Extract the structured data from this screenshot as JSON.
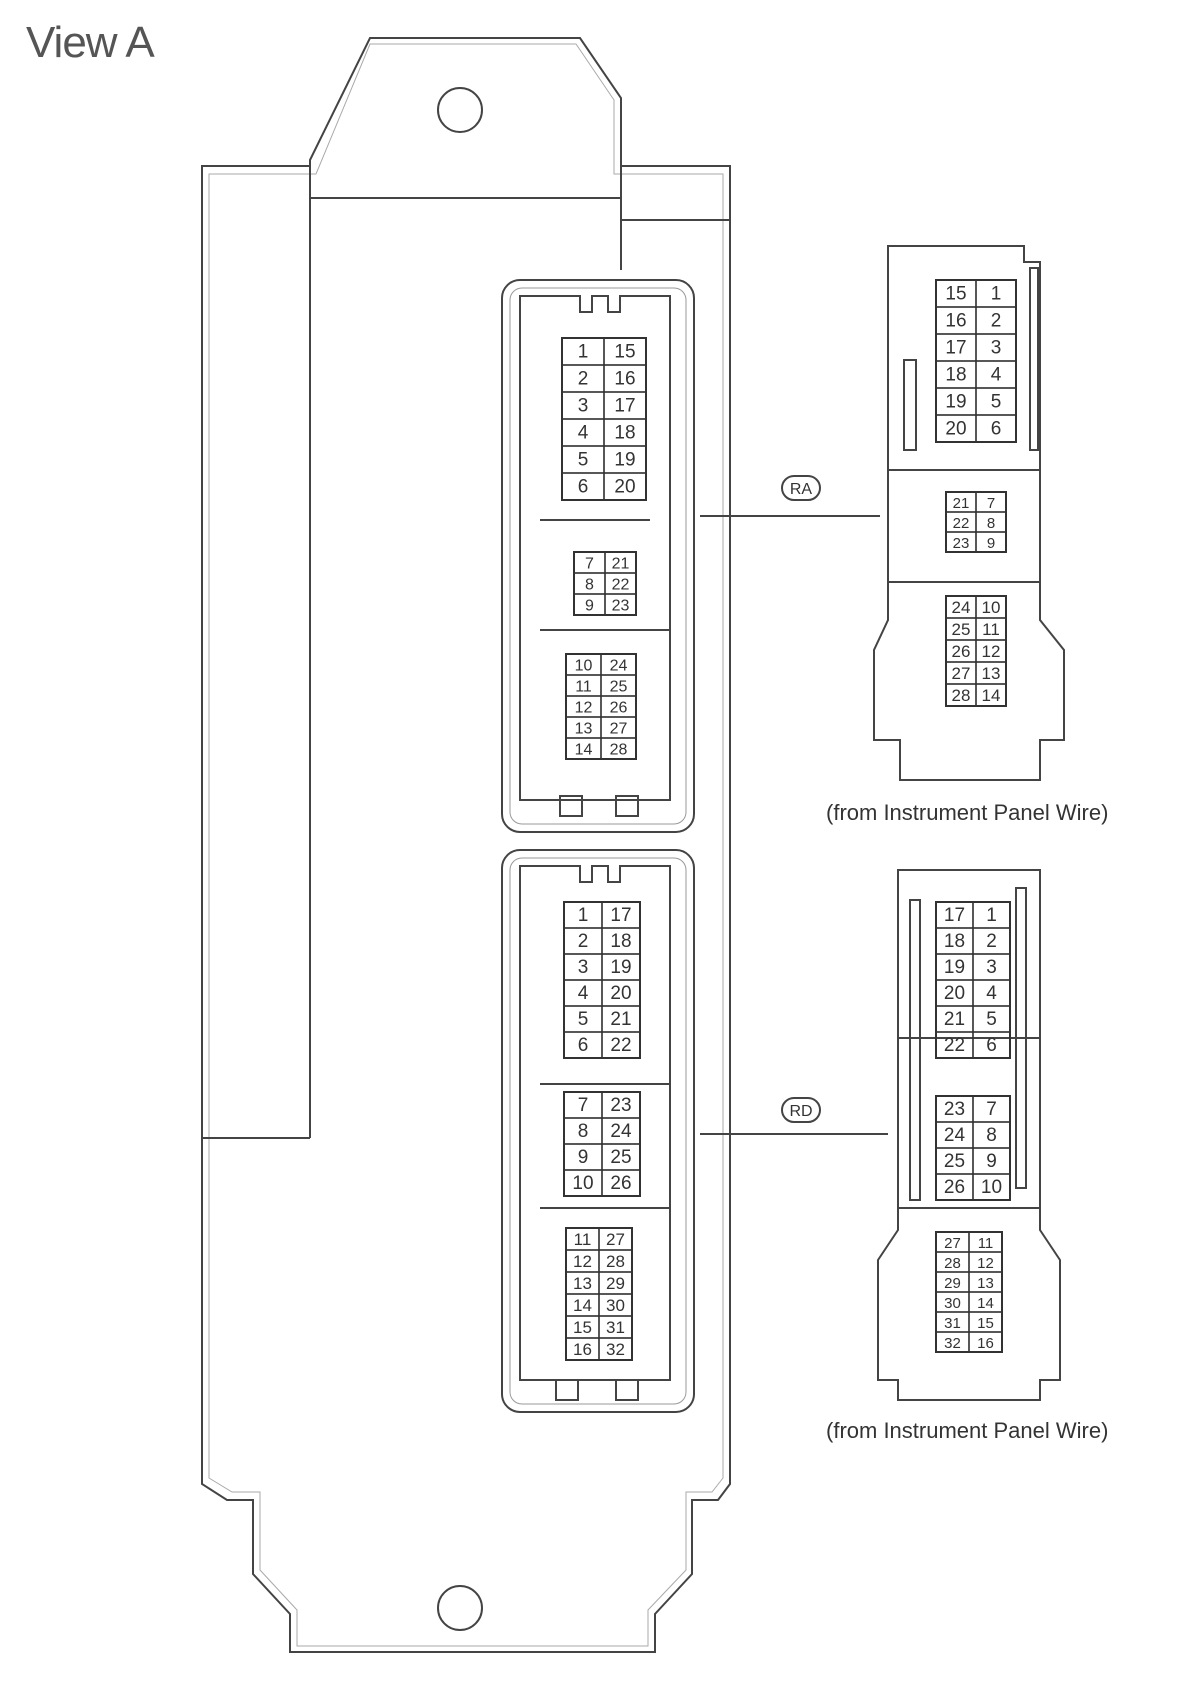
{
  "title": "View A",
  "connectors": [
    {
      "id": "RA",
      "label": "RA",
      "caption": "(from Instrument Panel Wire)",
      "ecu_side": {
        "blocks": [
          [
            [
              "1",
              "15"
            ],
            [
              "2",
              "16"
            ],
            [
              "3",
              "17"
            ],
            [
              "4",
              "18"
            ],
            [
              "5",
              "19"
            ],
            [
              "6",
              "20"
            ]
          ],
          [
            [
              "7",
              "21"
            ],
            [
              "8",
              "22"
            ],
            [
              "9",
              "23"
            ]
          ],
          [
            [
              "10",
              "24"
            ],
            [
              "11",
              "25"
            ],
            [
              "12",
              "26"
            ],
            [
              "13",
              "27"
            ],
            [
              "14",
              "28"
            ]
          ]
        ]
      },
      "harness_side": {
        "blocks": [
          [
            [
              "15",
              "1"
            ],
            [
              "16",
              "2"
            ],
            [
              "17",
              "3"
            ],
            [
              "18",
              "4"
            ],
            [
              "19",
              "5"
            ],
            [
              "20",
              "6"
            ]
          ],
          [
            [
              "21",
              "7"
            ],
            [
              "22",
              "8"
            ],
            [
              "23",
              "9"
            ]
          ],
          [
            [
              "24",
              "10"
            ],
            [
              "25",
              "11"
            ],
            [
              "26",
              "12"
            ],
            [
              "27",
              "13"
            ],
            [
              "28",
              "14"
            ]
          ]
        ]
      }
    },
    {
      "id": "RD",
      "label": "RD",
      "caption": "(from Instrument Panel Wire)",
      "ecu_side": {
        "blocks": [
          [
            [
              "1",
              "17"
            ],
            [
              "2",
              "18"
            ],
            [
              "3",
              "19"
            ],
            [
              "4",
              "20"
            ],
            [
              "5",
              "21"
            ],
            [
              "6",
              "22"
            ]
          ],
          [
            [
              "7",
              "23"
            ],
            [
              "8",
              "24"
            ],
            [
              "9",
              "25"
            ],
            [
              "10",
              "26"
            ]
          ],
          [
            [
              "11",
              "27"
            ],
            [
              "12",
              "28"
            ],
            [
              "13",
              "29"
            ],
            [
              "14",
              "30"
            ],
            [
              "15",
              "31"
            ],
            [
              "16",
              "32"
            ]
          ]
        ]
      },
      "harness_side": {
        "blocks": [
          [
            [
              "17",
              "1"
            ],
            [
              "18",
              "2"
            ],
            [
              "19",
              "3"
            ],
            [
              "20",
              "4"
            ],
            [
              "21",
              "5"
            ],
            [
              "22",
              "6"
            ]
          ],
          [
            [
              "23",
              "7"
            ],
            [
              "24",
              "8"
            ],
            [
              "25",
              "9"
            ],
            [
              "26",
              "10"
            ]
          ],
          [
            [
              "27",
              "11"
            ],
            [
              "28",
              "12"
            ],
            [
              "29",
              "13"
            ],
            [
              "30",
              "14"
            ],
            [
              "31",
              "15"
            ],
            [
              "32",
              "16"
            ]
          ]
        ]
      }
    }
  ]
}
